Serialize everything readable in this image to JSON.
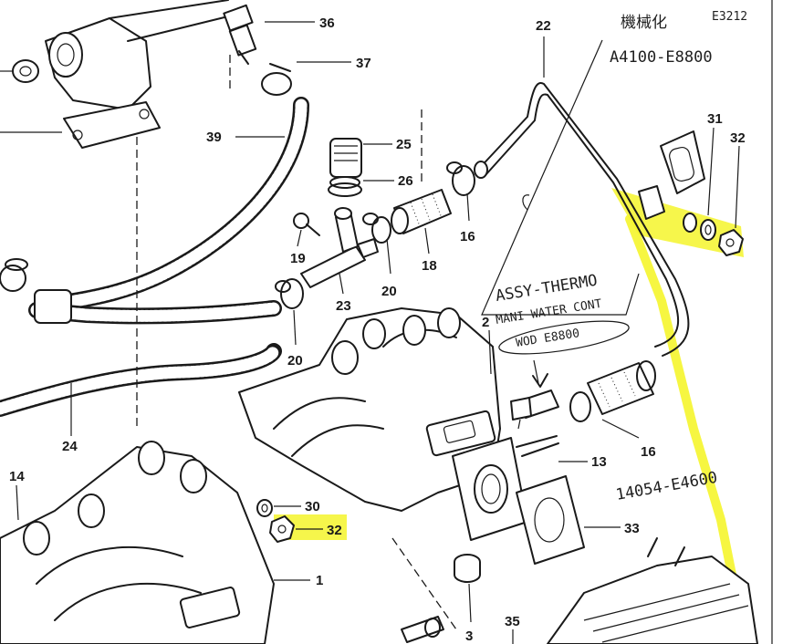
{
  "diagram": {
    "part_labels": {
      "p36": "36",
      "p37": "37",
      "p39": "39",
      "p25": "25",
      "p26": "26",
      "p22": "22",
      "p31": "31",
      "p32_top": "32",
      "p19": "19",
      "p16_mid": "16",
      "p18": "18",
      "p20_right": "20",
      "p23": "23",
      "p20_left": "20",
      "p24": "24",
      "p14": "14",
      "p2": "2",
      "p16_lower": "16",
      "p13": "13",
      "p30": "30",
      "p32_bottom": "32",
      "p33": "33",
      "p1": "1",
      "p3": "3",
      "p35": "35"
    },
    "handwriting": {
      "top_kanji": "機械化",
      "top_corner": "E3212",
      "code_top": "A4100-E8800",
      "thermo_line1": "ASSY-THERMO",
      "thermo_line2": "MANI WATER CONT",
      "thermo_line3": "WOD E8800",
      "code_right": "14054-E4600"
    },
    "highlight_color": "#f5f52c",
    "ink_color": "#1a1a1a"
  }
}
